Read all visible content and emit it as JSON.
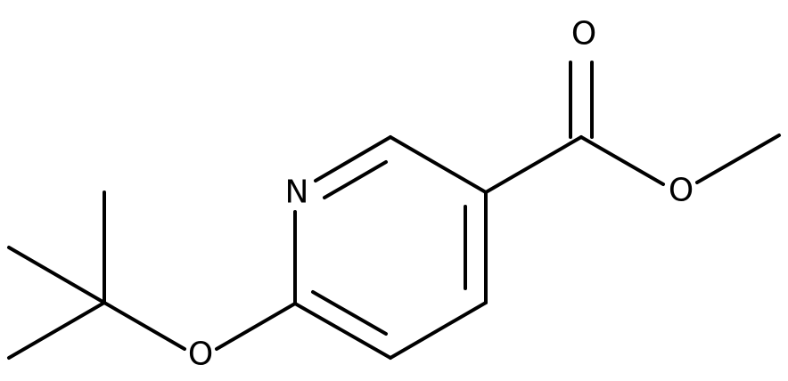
{
  "molecule": {
    "atoms": {
      "nitrogen": "N",
      "ether_oxygen": "O",
      "carbonyl_oxygen": "O",
      "ester_oxygen": "O"
    },
    "colors": {
      "bond": "#000000",
      "background": "#ffffff"
    }
  }
}
